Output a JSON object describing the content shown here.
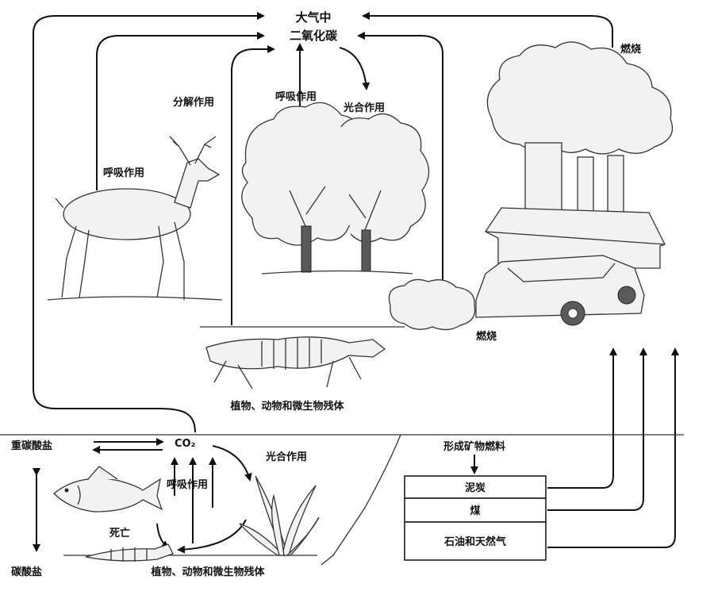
{
  "labels": {
    "atmosphere_line1": "大气中",
    "atmosphere_line2": "二氧化碳",
    "combustion_top": "燃烧",
    "respiration_plant": "呼吸作用",
    "photosynthesis_plant": "光合作用",
    "decomposition": "分解作用",
    "respiration_animal": "呼吸作用",
    "combustion_car": "燃烧",
    "remains_land": "植物、动物和微生物残体",
    "bicarbonate": "重碳酸盐",
    "co2_water": "CO₂",
    "photosynthesis_water": "光合作用",
    "respiration_water": "呼吸作用",
    "death": "死亡",
    "carbonate": "碳酸盐",
    "remains_water": "植物、动物和微生物残体",
    "fossil_formation": "形成矿物燃料",
    "fuel_peat": "泥炭",
    "fuel_coal": "煤",
    "fuel_oil_gas": "石油和天然气"
  },
  "icons": [
    "deer-icon",
    "trees-icon",
    "factory-icon",
    "smoke-icon",
    "car-icon",
    "skeleton-icon",
    "fish-icon",
    "aquatic-plant-icon",
    "exhaust-icon"
  ]
}
